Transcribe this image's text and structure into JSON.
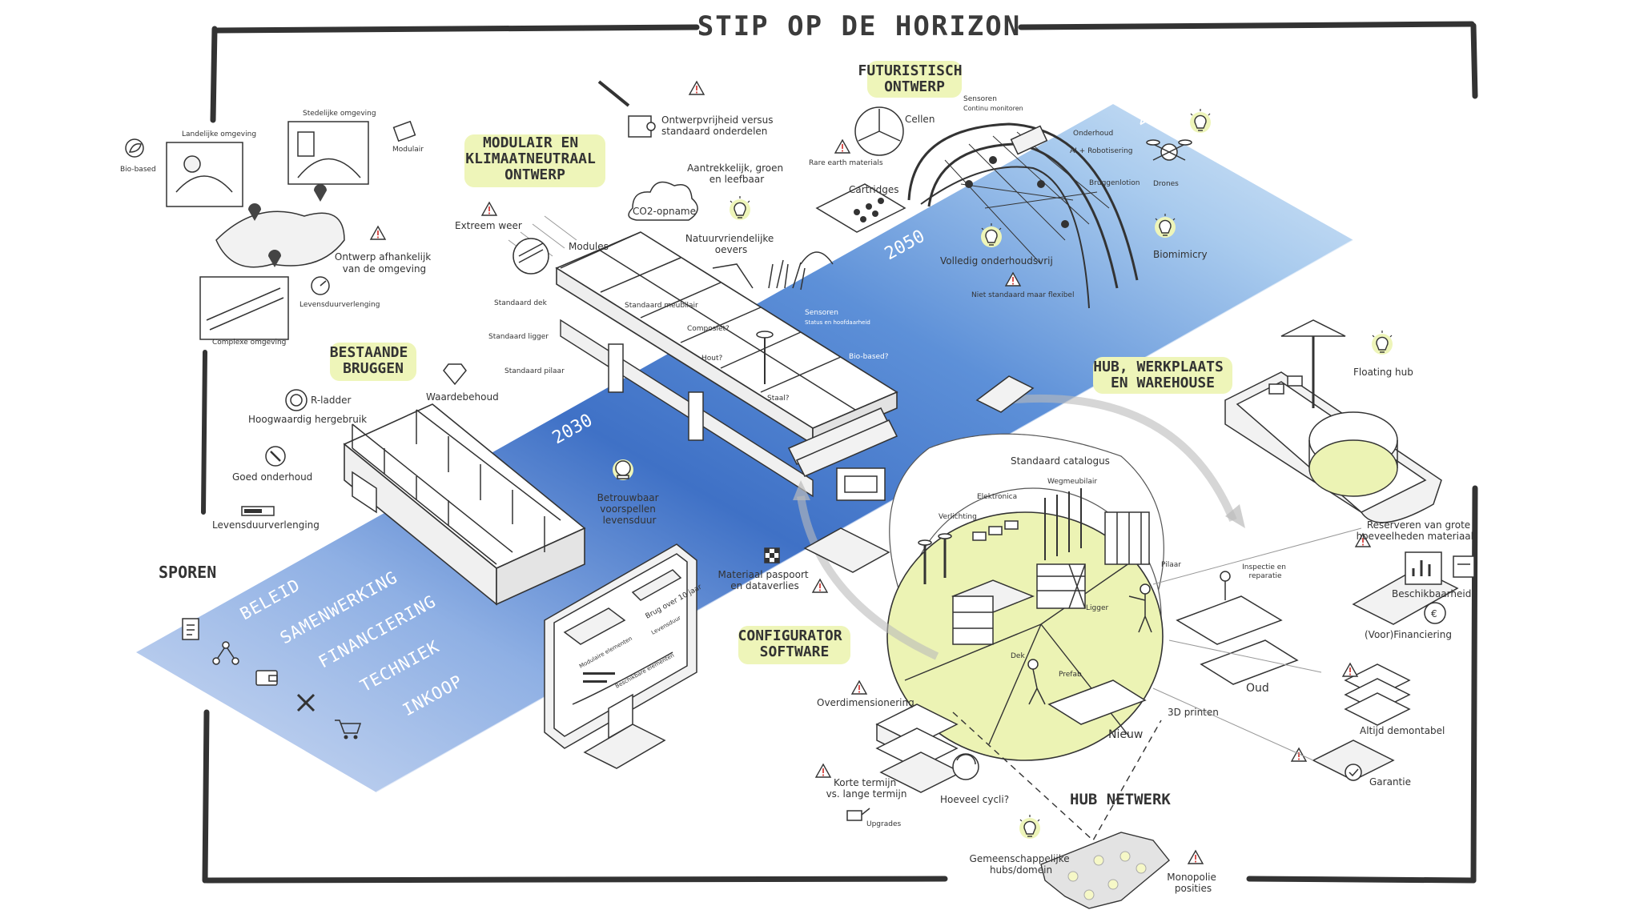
{
  "title": "STIP OP DE HORIZON",
  "colors": {
    "band_light": "#cfe0f4",
    "band_mid": "#5b8fd6",
    "band_dark": "#3e72c7",
    "highlight": "#eef5b9",
    "hub_fill": "#ecf3b4",
    "frame": "#333333",
    "warning": "#d9534f"
  },
  "timeline": {
    "years": [
      "2030",
      "2050",
      "2100"
    ]
  },
  "sporen": {
    "heading": "SPOREN",
    "tracks": [
      "BELEID",
      "SAMENWERKING",
      "FINANCIERING",
      "TECHNIEK",
      "INKOOP"
    ],
    "icons": [
      "document-icon",
      "network-icon",
      "wallet-icon",
      "tools-icon",
      "cart-icon"
    ]
  },
  "sections": {
    "bestaande": "BESTAANDE\nBRUGGEN",
    "modulair": "MODULAIR EN\nKLIMAATNEUTRAAL\nONTWERP",
    "futuristisch": "FUTURISTISCH\nONTWERP",
    "hub": "HUB, WERKPLAATS\nEN WAREHOUSE",
    "configurator": "CONFIGURATOR\nSOFTWARE",
    "hubnetwerk": "HUB NETWERK"
  },
  "omgeving": {
    "landelijk": "Landelijke omgeving",
    "stedelijk": "Stedelijke omgeving",
    "biobased": "Bio-based",
    "modulair": "Modulair",
    "ontwerp": "Ontwerp afhankelijk\nvan de omgeving",
    "levensduur": "Levensduurverlenging",
    "complex": "Complexe omgeving"
  },
  "bestaande_items": {
    "rladder": "R-ladder",
    "hergebruik": "Hoogwaardig hergebruik",
    "waardebehoud": "Waardebehoud",
    "onderhoud": "Goed onderhoud",
    "levensduur": "Levensduurverlenging",
    "voorspellen": "Betrouwbaar\nvoorspellen\nlevensduur"
  },
  "modulair_items": {
    "extreem": "Extreem weer",
    "modules": "Modules",
    "ontwerpvrijheid": "Ontwerpvrijheid versus\nstandaard onderdelen",
    "aantrekkelijk": "Aantrekkelijk, groen\nen leefbaar",
    "co2": "CO2-opname",
    "natuur": "Natuurvriendelijke\noevers",
    "dek": "Standaard dek",
    "ligger": "Standaard ligger",
    "pilaar": "Standaard pilaar",
    "meubilair": "Standaard meubilair",
    "composiet": "Composiet?",
    "hout": "Hout?",
    "staal": "Staal?",
    "sensoren": "Sensoren",
    "sensoren_sub": "Status en hoofdaarheid",
    "biobased": "Bio-based?",
    "paspoort": "Materiaal paspoort\nen dataverlies"
  },
  "futuristisch_items": {
    "cellen": "Cellen",
    "sensoren": "Sensoren",
    "sensoren_sub": "Continu monitoren",
    "rare": "Rare earth materials",
    "cartridges": "Cartridges",
    "onderhoud": "Onderhoud",
    "ai": "AI + Robotisering",
    "bruggenlotion": "Bruggenlotion",
    "drones": "Drones",
    "vrij": "Volledig onderhoudsvrij",
    "flexibel": "Niet standaard maar flexibel",
    "biomimicry": "Biomimicry"
  },
  "hub_items": {
    "catalogus": "Standaard catalogus",
    "elektronica": "Elektronica",
    "wegmeubilair": "Wegmeubilair",
    "verlichting": "Verlichting",
    "pilaar": "Pilaar",
    "ligger": "Ligger",
    "dek": "Dek",
    "prefab": "Prefab",
    "inspectie": "Inspectie en\nreparatie",
    "printen": "3D printen",
    "oud": "Oud",
    "nieuw": "Nieuw",
    "floating": "Floating hub",
    "reserveren": "Reserveren van grote\nhoeveelheden materiaal",
    "beschikbaarheid": "Beschikbaarheid",
    "financiering": "(Voor)Financiering",
    "demontabel": "Altijd demontabel",
    "garantie": "Garantie"
  },
  "configurator_items": {
    "brug": "Brug over 10 jaar",
    "modulaire": "Modulaire elementen",
    "levensduur": "Levensduur",
    "beschikbare": "Beschikbare elementen",
    "overdim": "Overdimensionering",
    "korte": "Korte termijn\nvs. lange termijn",
    "cycli": "Hoeveel cycli?",
    "upgrades": "Upgrades"
  },
  "netwerk_items": {
    "gemeenschappelijk": "Gemeenschappelijke\nhubs/domein",
    "monopolie": "Monopolie\nposities"
  }
}
